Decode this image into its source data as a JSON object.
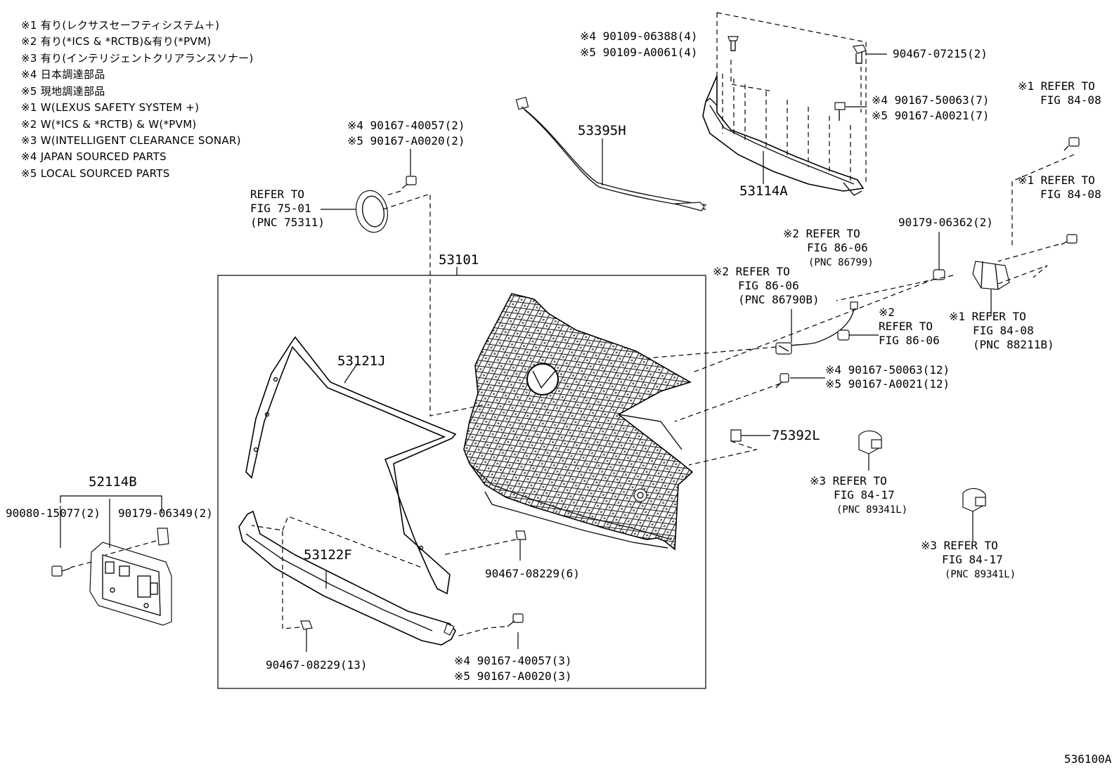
{
  "notes": [
    "※1 有り(レクサスセーフティシステム＋)",
    "※2 有り(*ICS & *RCTB)&有り(*PVM)",
    "※3 有り(インテリジェントクリアランスソナー)",
    "※4 日本調達部品",
    "※5 現地調達部品",
    "※1 W(LEXUS SAFETY SYSTEM +)",
    "※2 W(*ICS & *RCTB) & W(*PVM)",
    "※3 W(INTELLIGENT CLEARANCE SONAR)",
    "※4 JAPAN SOURCED PARTS",
    "※5 LOCAL SOURCED PARTS"
  ],
  "labels": {
    "p90109_a": "※4 90109-06388(4)",
    "p90109_b": "※5 90109-A0061(4)",
    "p90467_07215": "90467-07215(2)",
    "p90167_50063_7": "※4 90167-50063(7)",
    "p90167_A0021_7": "※5 90167-A0021(7)",
    "p53395H": "53395H",
    "p53114A": "53114A",
    "ref84_08_top_1": "※1 REFER TO",
    "ref84_08_top_2": "FIG 84-08",
    "ref84_08_mid_1": "※1 REFER TO",
    "ref84_08_mid_2": "FIG 84-08",
    "p90167_40057_2": "※4 90167-40057(2)",
    "p90167_A0020_2": "※5 90167-A0020(2)",
    "ref75_1": "REFER TO",
    "ref75_2": "FIG 75-01",
    "ref75_3": "(PNC 75311)",
    "p53101": "53101",
    "p90179_06362": "90179-06362(2)",
    "ref86799_1": "※2 REFER TO",
    "ref86799_2": "FIG 86-06",
    "ref86799_3": "(PNC 86799)",
    "ref86790_1": "※2 REFER TO",
    "ref86790_2": "FIG 86-06",
    "ref86790_3": "(PNC 86790B)",
    "ref8606_1": "※2",
    "ref8606_2": "REFER TO",
    "ref8606_3": "FIG 86-06",
    "ref88211_1": "※1 REFER TO",
    "ref88211_2": "FIG 84-08",
    "ref88211_3": "(PNC 88211B)",
    "p53121J": "53121J",
    "p90167_50063_12": "※4 90167-50063(12)",
    "p90167_A0021_12": "※5 90167-A0021(12)",
    "p75392L": "75392L",
    "ref8417a_1": "※3 REFER TO",
    "ref8417a_2": "FIG 84-17",
    "ref8417a_3": "(PNC 89341L)",
    "ref8417b_1": "※3 REFER TO",
    "ref8417b_2": "FIG 84-17",
    "ref8417b_3": "(PNC 89341L)",
    "p52114B": "52114B",
    "p90080_15077": "90080-15077(2)",
    "p90179_06349": "90179-06349(2)",
    "p53122F": "53122F",
    "p90467_08229_6": "90467-08229(6)",
    "p90467_08229_13": "90467-08229(13)",
    "p90167_40057_3": "※4 90167-40057(3)",
    "p90167_A0020_3": "※5 90167-A0020(3)",
    "fig_code": "536100A"
  }
}
